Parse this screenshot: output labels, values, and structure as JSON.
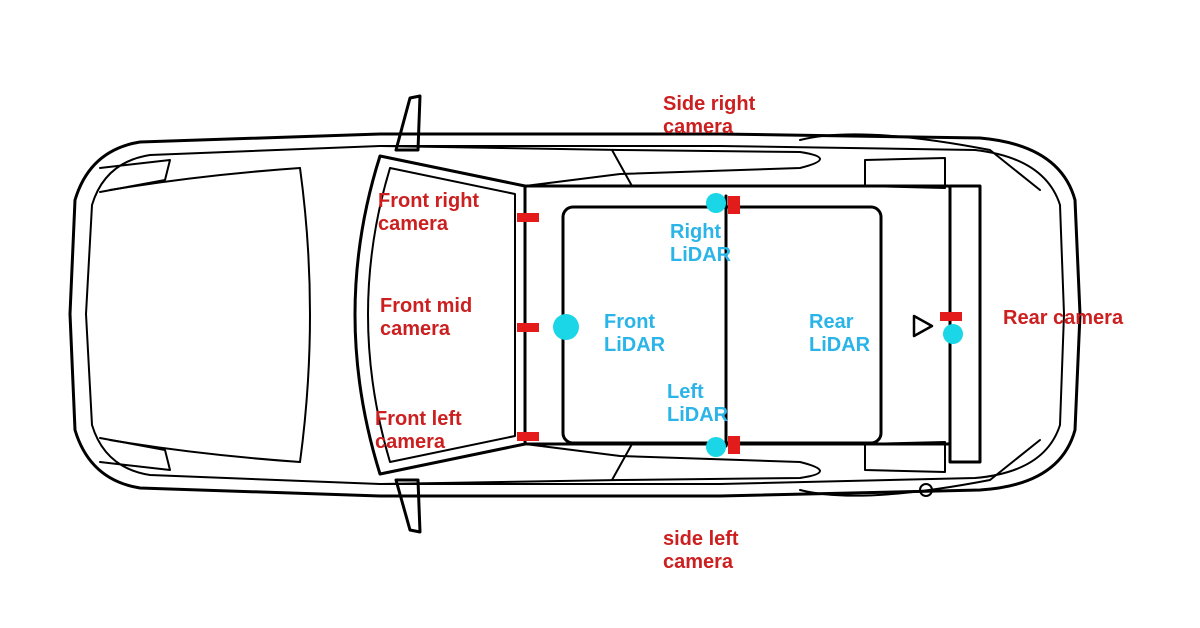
{
  "colors": {
    "camera": "#cc1f1f",
    "lidar": "#2ab4e8",
    "lidar_dot": "#1ad6e6",
    "outline": "#000000",
    "background": "#ffffff"
  },
  "cameras": [
    {
      "id": "side-right",
      "line1": "Side right",
      "line2": "camera"
    },
    {
      "id": "front-right",
      "line1": "Front right",
      "line2": "camera"
    },
    {
      "id": "front-mid",
      "line1": "Front mid",
      "line2": "camera"
    },
    {
      "id": "front-left",
      "line1": "Front left",
      "line2": "camera"
    },
    {
      "id": "side-left",
      "line1": "side left",
      "line2": "camera"
    },
    {
      "id": "rear",
      "line1": "Rear camera",
      "line2": ""
    }
  ],
  "lidars": [
    {
      "id": "right",
      "line1": "Right",
      "line2": "LiDAR"
    },
    {
      "id": "front",
      "line1": "Front",
      "line2": "LiDAR"
    },
    {
      "id": "left",
      "line1": "Left",
      "line2": "LiDAR"
    },
    {
      "id": "rear",
      "line1": "Rear",
      "line2": "LiDAR"
    }
  ]
}
